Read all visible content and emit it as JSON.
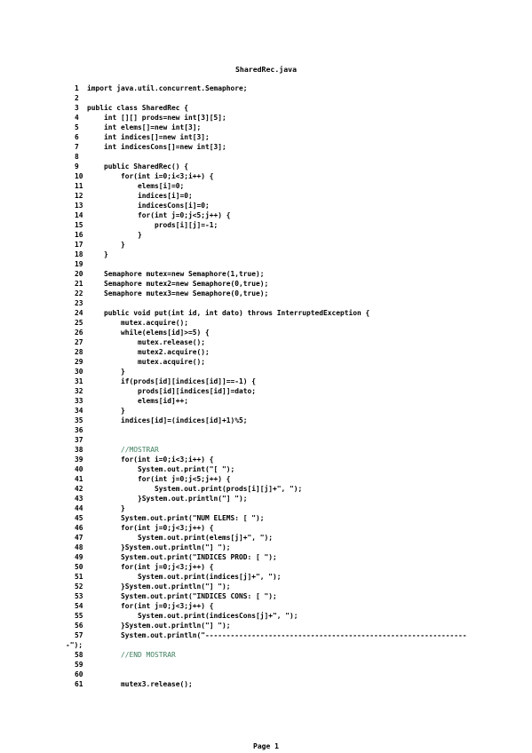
{
  "document": {
    "title": "SharedRec.java",
    "footer": "Page 1"
  },
  "lines": [
    {
      "n": "1",
      "t": "import java.util.concurrent.Semaphore;"
    },
    {
      "n": "2",
      "t": ""
    },
    {
      "n": "3",
      "t": "public class SharedRec {"
    },
    {
      "n": "4",
      "t": "    int [][] prods=new int[3][5];"
    },
    {
      "n": "5",
      "t": "    int elems[]=new int[3];"
    },
    {
      "n": "6",
      "t": "    int indices[]=new int[3];"
    },
    {
      "n": "7",
      "t": "    int indicesCons[]=new int[3];"
    },
    {
      "n": "8",
      "t": ""
    },
    {
      "n": "9",
      "t": "    public SharedRec() {"
    },
    {
      "n": "10",
      "t": "        for(int i=0;i<3;i++) {"
    },
    {
      "n": "11",
      "t": "            elems[i]=0;"
    },
    {
      "n": "12",
      "t": "            indices[i]=0;"
    },
    {
      "n": "13",
      "t": "            indicesCons[i]=0;"
    },
    {
      "n": "14",
      "t": "            for(int j=0;j<5;j++) {"
    },
    {
      "n": "15",
      "t": "                prods[i][j]=-1;"
    },
    {
      "n": "16",
      "t": "            }"
    },
    {
      "n": "17",
      "t": "        }"
    },
    {
      "n": "18",
      "t": "    }"
    },
    {
      "n": "19",
      "t": ""
    },
    {
      "n": "20",
      "t": "    Semaphore mutex=new Semaphore(1,true);"
    },
    {
      "n": "21",
      "t": "    Semaphore mutex2=new Semaphore(0,true);"
    },
    {
      "n": "22",
      "t": "    Semaphore mutex3=new Semaphore(0,true);"
    },
    {
      "n": "23",
      "t": ""
    },
    {
      "n": "24",
      "t": "    public void put(int id, int dato) throws InterruptedException {"
    },
    {
      "n": "25",
      "t": "        mutex.acquire();"
    },
    {
      "n": "26",
      "t": "        while(elems[id]>=5) {"
    },
    {
      "n": "27",
      "t": "            mutex.release();"
    },
    {
      "n": "28",
      "t": "            mutex2.acquire();"
    },
    {
      "n": "29",
      "t": "            mutex.acquire();"
    },
    {
      "n": "30",
      "t": "        }"
    },
    {
      "n": "31",
      "t": "        if(prods[id][indices[id]]==-1) {"
    },
    {
      "n": "32",
      "t": "            prods[id][indices[id]]=dato;"
    },
    {
      "n": "33",
      "t": "            elems[id]++;"
    },
    {
      "n": "34",
      "t": "        }"
    },
    {
      "n": "35",
      "t": "        indices[id]=(indices[id]+1)%5;"
    },
    {
      "n": "36",
      "t": ""
    },
    {
      "n": "37",
      "t": ""
    },
    {
      "n": "38",
      "t": "        //MOSTRAR"
    },
    {
      "n": "39",
      "t": "        for(int i=0;i<3;i++) {"
    },
    {
      "n": "40",
      "t": "            System.out.print(\"[ \");"
    },
    {
      "n": "41",
      "t": "            for(int j=0;j<5;j++) {"
    },
    {
      "n": "42",
      "t": "                System.out.print(prods[i][j]+\", \");"
    },
    {
      "n": "43",
      "t": "            }System.out.println(\"] \");"
    },
    {
      "n": "44",
      "t": "        }"
    },
    {
      "n": "45",
      "t": "        System.out.print(\"NUM ELEMS: [ \");"
    },
    {
      "n": "46",
      "t": "        for(int j=0;j<3;j++) {"
    },
    {
      "n": "47",
      "t": "            System.out.print(elems[j]+\", \");"
    },
    {
      "n": "48",
      "t": "        }System.out.println(\"] \");"
    },
    {
      "n": "49",
      "t": "        System.out.print(\"INDICES PROD: [ \");"
    },
    {
      "n": "50",
      "t": "        for(int j=0;j<3;j++) {"
    },
    {
      "n": "51",
      "t": "            System.out.print(indices[j]+\", \");"
    },
    {
      "n": "52",
      "t": "        }System.out.println(\"] \");"
    },
    {
      "n": "53",
      "t": "        System.out.print(\"INDICES CONS: [ \");"
    },
    {
      "n": "54",
      "t": "        for(int j=0;j<3;j++) {"
    },
    {
      "n": "55",
      "t": "            System.out.print(indicesCons[j]+\", \");"
    },
    {
      "n": "56",
      "t": "        }System.out.println(\"] \");"
    },
    {
      "n": "57",
      "t": "        System.out.println(\"--------------------------------------------------------------"
    },
    {
      "n": "",
      "t": "-\");"
    },
    {
      "n": "58",
      "t": "        //END MOSTRAR"
    },
    {
      "n": "59",
      "t": ""
    },
    {
      "n": "60",
      "t": ""
    },
    {
      "n": "61",
      "t": "        mutex3.release();"
    }
  ]
}
